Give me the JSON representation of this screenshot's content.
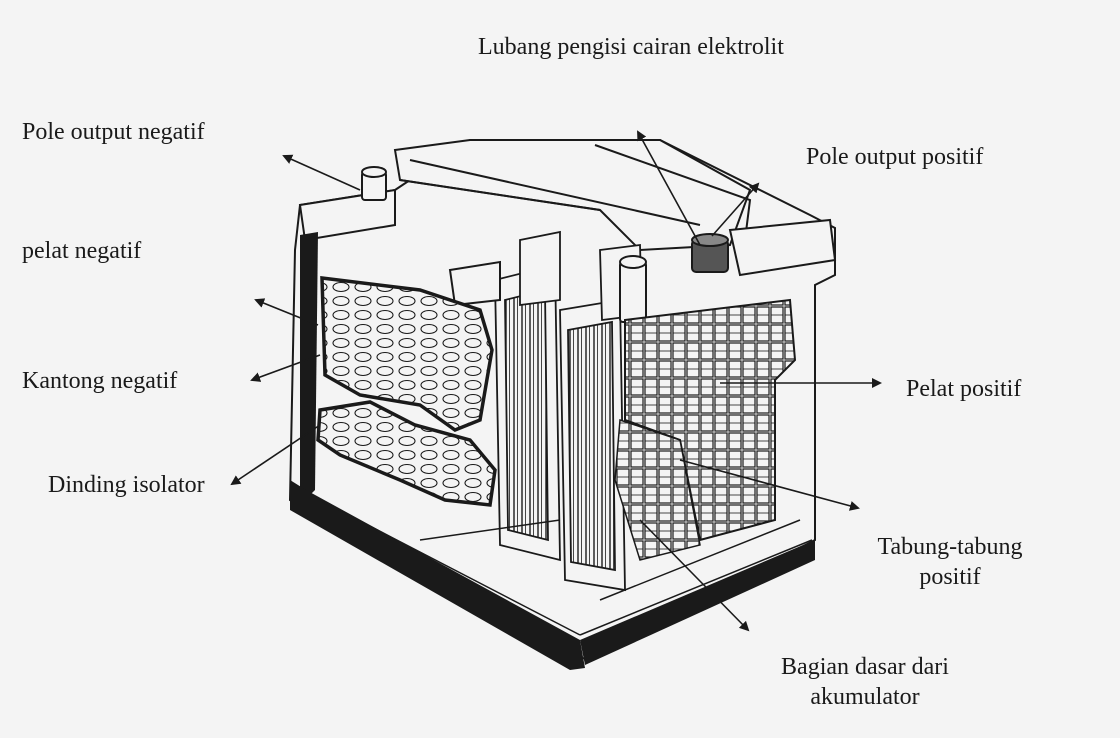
{
  "labels": {
    "fill_hole": "Lubang pengisi cairan elektrolit",
    "neg_pole": "Pole output negatif",
    "pos_pole": "Pole output positif",
    "neg_plate": "pelat negatif",
    "neg_pocket": "Kantong negatif",
    "pos_plate": "Pelat positif",
    "insulator_wall": "Dinding isolator",
    "pos_tubes_line1": "Tabung-tabung",
    "pos_tubes_line2": "positif",
    "base_line1": "Bagian dasar dari",
    "base_line2": "akumulator"
  },
  "colors": {
    "ink": "#1a1a1a",
    "paper": "#f4f4f4"
  }
}
